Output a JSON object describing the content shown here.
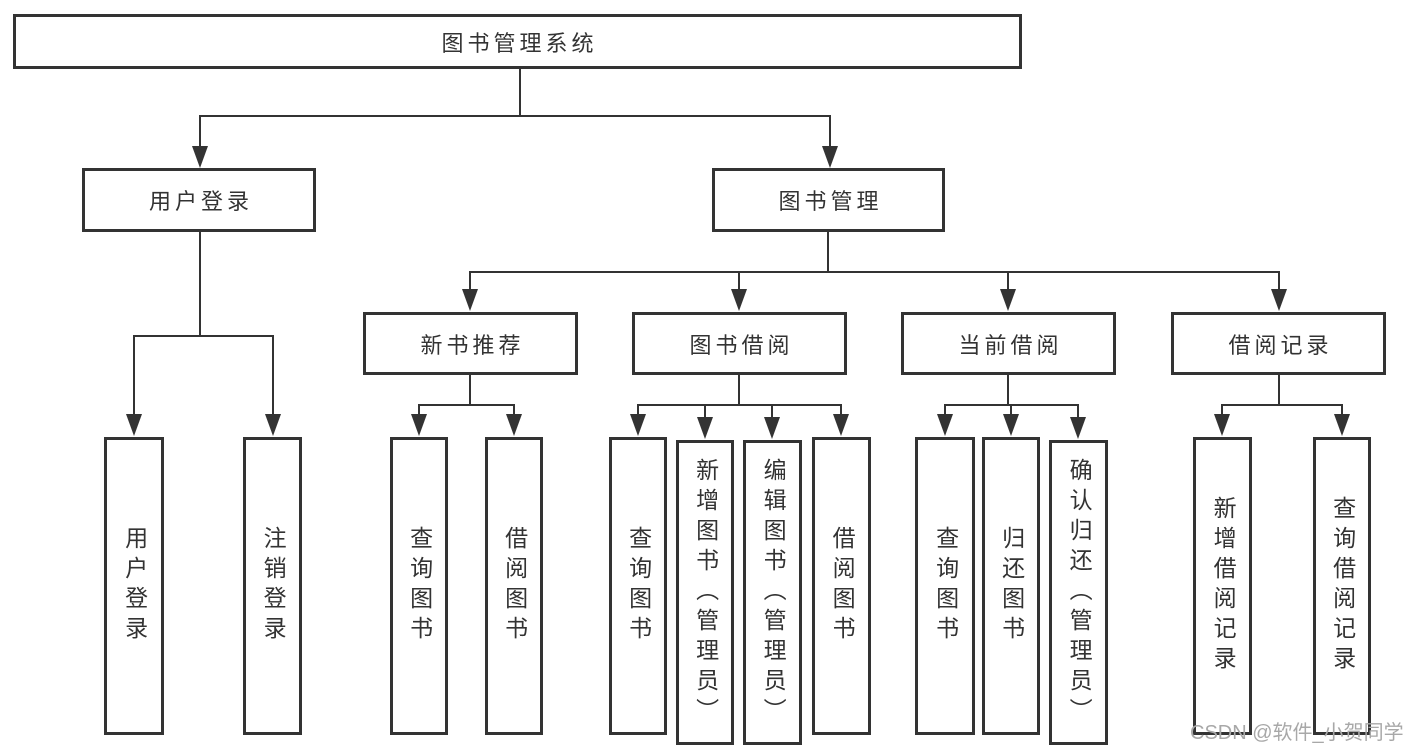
{
  "tree": {
    "root": "图书管理系统",
    "user": {
      "label": "用户登录",
      "children": [
        "用户登录",
        "注销登录"
      ]
    },
    "mgmt": {
      "label": "图书管理",
      "groups": [
        {
          "label": "新书推荐",
          "children": [
            "查询图书",
            "借阅图书"
          ]
        },
        {
          "label": "图书借阅",
          "children": [
            "查询图书",
            "新增图书（管理员）",
            "编辑图书（管理员）",
            "借阅图书"
          ]
        },
        {
          "label": "当前借阅",
          "children": [
            "查询图书",
            "归还图书",
            "确认归还（管理员）"
          ]
        },
        {
          "label": "借阅记录",
          "children": [
            "新增借阅记录",
            "查询借阅记录"
          ]
        }
      ]
    }
  },
  "watermark": {
    "text": "CSDN @软件_小贺同学"
  },
  "colors": {
    "line": "#333333",
    "text": "#333333",
    "watermark": "#a8a8a8",
    "background": "#ffffff"
  }
}
